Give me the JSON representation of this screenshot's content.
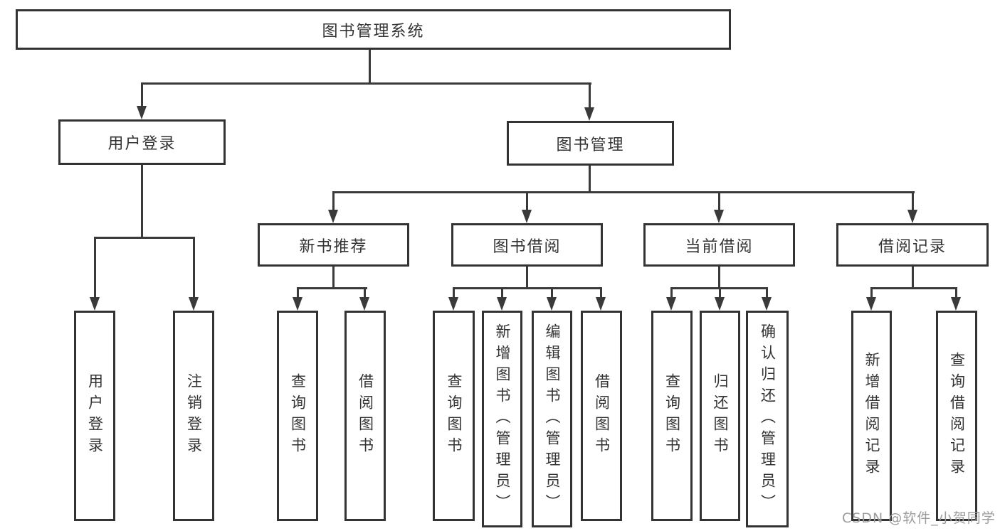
{
  "diagram_title": "图书管理系统",
  "colors": {
    "line": "#3a3a3a",
    "text": "#333333",
    "box_background": "#ffffff",
    "watermark": "#9c9c9c",
    "page_background": "#ffffff"
  },
  "tree": {
    "root": {
      "label": "图书管理系统"
    },
    "branches": [
      {
        "label": "用户登录",
        "children": [
          {
            "label": "用户登录"
          },
          {
            "label": "注销登录"
          }
        ]
      },
      {
        "label": "图书管理",
        "children": [
          {
            "label": "新书推荐",
            "children": [
              {
                "label": "查询图书"
              },
              {
                "label": "借阅图书"
              }
            ]
          },
          {
            "label": "图书借阅",
            "children": [
              {
                "label": "查询图书"
              },
              {
                "label": "新增图书（管理员）"
              },
              {
                "label": "编辑图书（管理员）"
              },
              {
                "label": "借阅图书"
              }
            ]
          },
          {
            "label": "当前借阅",
            "children": [
              {
                "label": "查询图书"
              },
              {
                "label": "归还图书"
              },
              {
                "label": "确认归还（管理员）"
              }
            ]
          },
          {
            "label": "借阅记录",
            "children": [
              {
                "label": "新增借阅记录"
              },
              {
                "label": "查询借阅记录"
              }
            ]
          }
        ]
      }
    ]
  },
  "watermark": {
    "text": "CSDN @软件_小贺同学"
  }
}
